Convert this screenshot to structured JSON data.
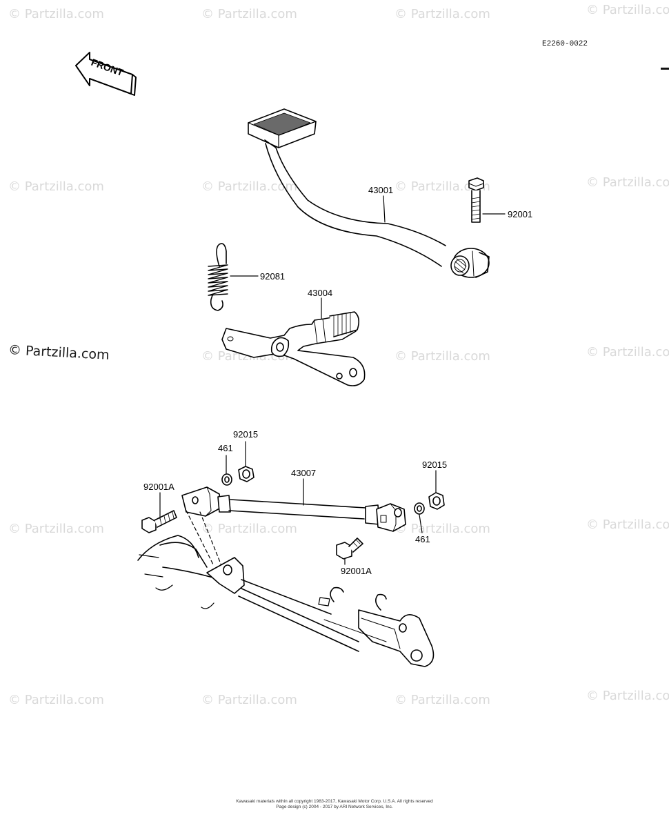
{
  "diagram_code": "E2260-0022",
  "watermark": "© Partzilla.com",
  "front_label": "FRONT",
  "parts": {
    "brake_pedal": "43001",
    "bolt_top": "92001",
    "spring": "92081",
    "shaft_lever": "43004",
    "nut_left": "92015",
    "washer_left": "461",
    "bolt_left": "92001A",
    "rod": "43007",
    "nut_right": "92015",
    "washer_right": "461",
    "bolt_bottom": "92001A"
  },
  "footer": {
    "line1": "Kawasaki materials within all copyright 1983-2017, Kawasaki Motor Corp. U.S.A. All rights reserved",
    "line2": "Page design (c) 2004 - 2017 by ARI Network Services, Inc."
  }
}
